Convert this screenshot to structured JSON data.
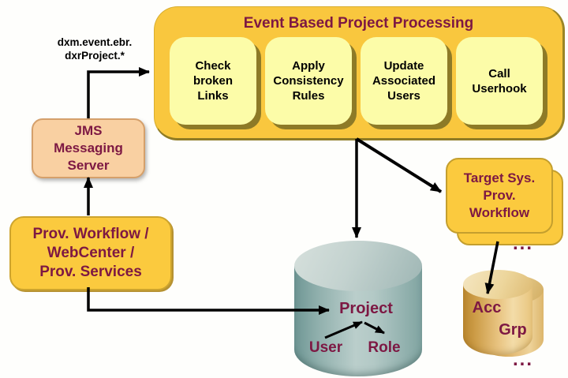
{
  "colors": {
    "gold": "#F9C73E",
    "light_yellow": "#FCFCA8",
    "peach": "#F9D0A2",
    "maroon_text": "#7D1843",
    "teal_db": "#9EB9B6",
    "tan_db": "#E9C583",
    "arrow": "#000000"
  },
  "event_processing": {
    "title": "Event Based Project Processing",
    "steps": [
      "Check\nbroken\nLinks",
      "Apply\nConsistency\nRules",
      "Update\nAssociated\nUsers",
      "Call\nUserhook"
    ]
  },
  "queue_topic": "dxm.event.ebr.\ndxrProject.*",
  "jms": {
    "label": "JMS\nMessaging\nServer"
  },
  "prov": {
    "label": "Prov. Workflow /\nWebCenter /\nProv. Services"
  },
  "target_workflow": {
    "label": "Target Sys.\nProv.\nWorkflow",
    "more": "..."
  },
  "project_db": {
    "title": "Project",
    "left_label": "User",
    "right_label": "Role"
  },
  "account_db": {
    "acc": "Acc",
    "grp": "Grp",
    "more": "..."
  }
}
